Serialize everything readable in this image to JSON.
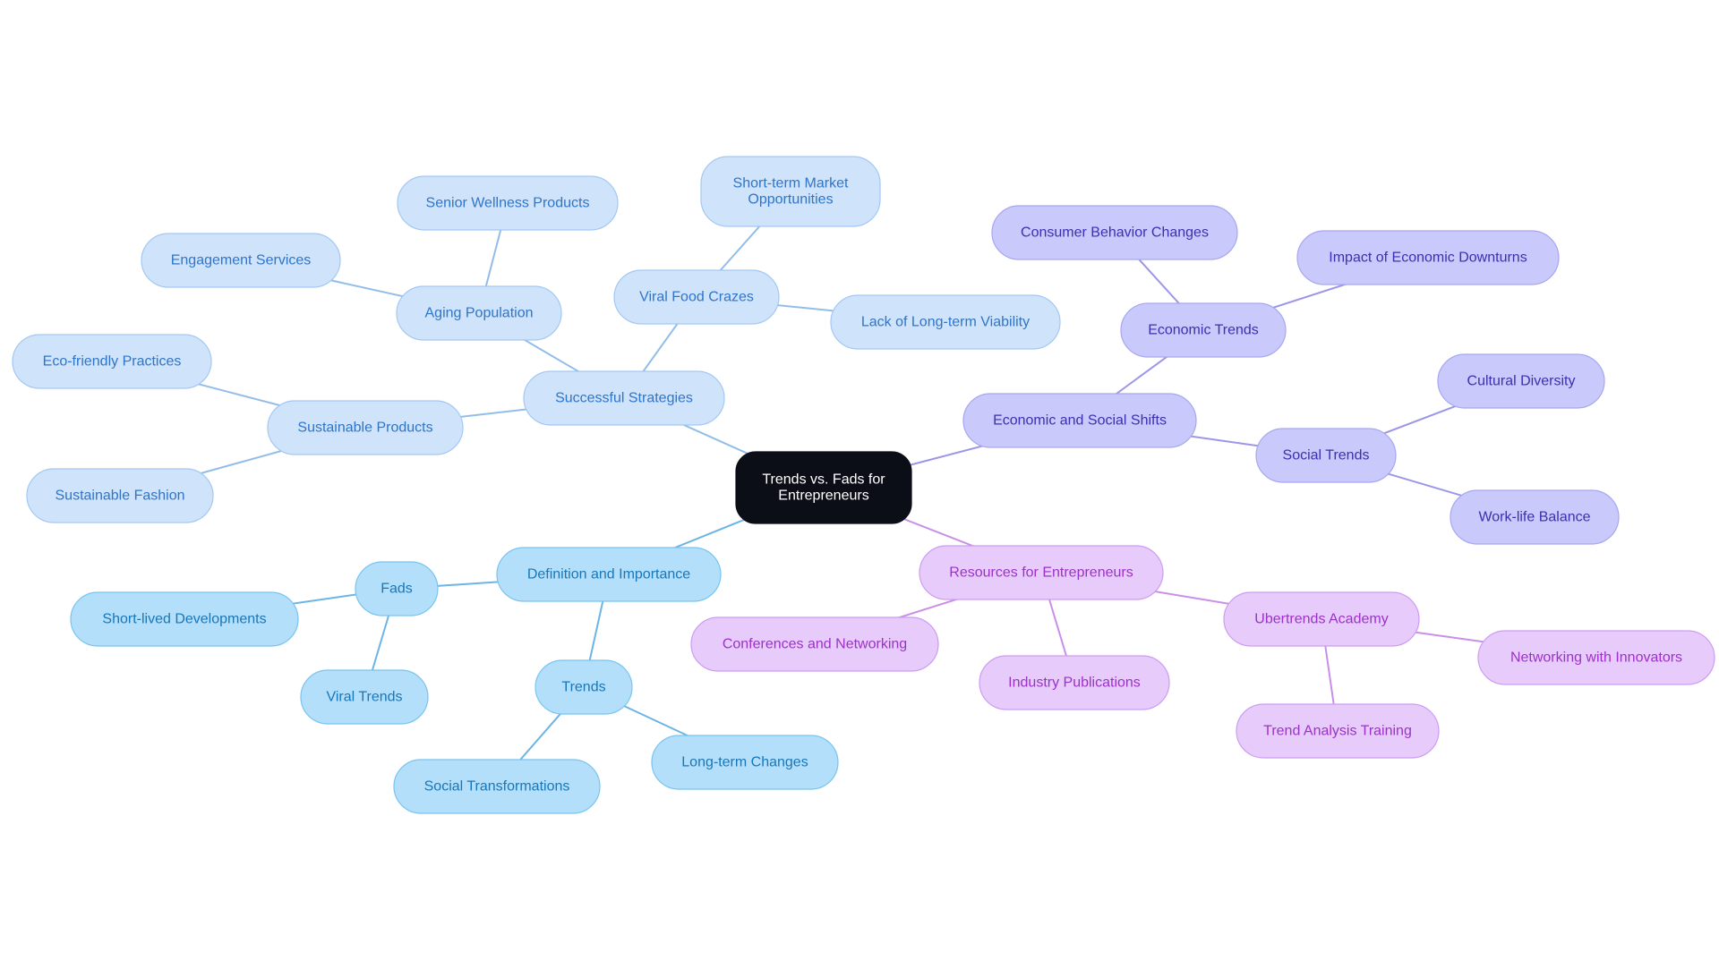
{
  "central": {
    "label_lines": [
      "Trends vs. Fads for",
      "Entrepreneurs"
    ],
    "fill": "#0b0e17",
    "text_color": "#ffffff"
  },
  "palettes": {
    "sky": {
      "fill": "#b3dffb",
      "stroke": "#79c4f0",
      "text": "#1877b8",
      "line": "#6ab5e6"
    },
    "light": {
      "fill": "#cfe3fb",
      "stroke": "#a3c8f3",
      "text": "#2f75c8",
      "line": "#92bde9"
    },
    "violet": {
      "fill": "#c9c9fb",
      "stroke": "#a7a7f1",
      "text": "#3d30b0",
      "line": "#9b96e8"
    },
    "purple": {
      "fill": "#e7cbfb",
      "stroke": "#cd9cf3",
      "text": "#9b32c8",
      "line": "#c98fe8"
    }
  },
  "branches": [
    {
      "id": "definition",
      "label_lines": [
        "Definition and Importance"
      ],
      "palette": "sky",
      "children": [
        {
          "id": "fads",
          "label_lines": [
            "Fads"
          ],
          "children": [
            {
              "id": "short-lived",
              "label_lines": [
                "Short-lived Developments"
              ]
            },
            {
              "id": "viral-trends",
              "label_lines": [
                "Viral Trends"
              ]
            }
          ]
        },
        {
          "id": "trends",
          "label_lines": [
            "Trends"
          ],
          "children": [
            {
              "id": "social-transformations",
              "label_lines": [
                "Social Transformations"
              ]
            },
            {
              "id": "long-term-changes",
              "label_lines": [
                "Long-term Changes"
              ]
            }
          ]
        }
      ]
    },
    {
      "id": "strategies",
      "label_lines": [
        "Successful Strategies"
      ],
      "palette": "light",
      "children": [
        {
          "id": "aging",
          "label_lines": [
            "Aging Population"
          ],
          "children": [
            {
              "id": "senior-wellness",
              "label_lines": [
                "Senior Wellness Products"
              ]
            },
            {
              "id": "engagement",
              "label_lines": [
                "Engagement Services"
              ]
            }
          ]
        },
        {
          "id": "sustainable-products",
          "label_lines": [
            "Sustainable Products"
          ],
          "children": [
            {
              "id": "eco-friendly",
              "label_lines": [
                "Eco-friendly Practices"
              ]
            },
            {
              "id": "sustainable-fashion",
              "label_lines": [
                "Sustainable Fashion"
              ]
            }
          ]
        },
        {
          "id": "viral-food",
          "label_lines": [
            "Viral Food Crazes"
          ],
          "children": [
            {
              "id": "short-term-market",
              "label_lines": [
                "Short-term Market",
                "Opportunities"
              ]
            },
            {
              "id": "lack-viability",
              "label_lines": [
                "Lack of Long-term Viability"
              ]
            }
          ]
        }
      ]
    },
    {
      "id": "shifts",
      "label_lines": [
        "Economic and Social Shifts"
      ],
      "palette": "violet",
      "children": [
        {
          "id": "economic-trends",
          "label_lines": [
            "Economic Trends"
          ],
          "children": [
            {
              "id": "consumer-behavior",
              "label_lines": [
                "Consumer Behavior Changes"
              ]
            },
            {
              "id": "economic-downturns",
              "label_lines": [
                "Impact of Economic Downturns"
              ]
            }
          ]
        },
        {
          "id": "social-trends",
          "label_lines": [
            "Social Trends"
          ],
          "children": [
            {
              "id": "cultural-diversity",
              "label_lines": [
                "Cultural Diversity"
              ]
            },
            {
              "id": "work-life",
              "label_lines": [
                "Work-life Balance"
              ]
            }
          ]
        }
      ]
    },
    {
      "id": "resources",
      "label_lines": [
        "Resources for Entrepreneurs"
      ],
      "palette": "purple",
      "children": [
        {
          "id": "ubertrends",
          "label_lines": [
            "Ubertrends Academy"
          ],
          "children": [
            {
              "id": "networking-innovators",
              "label_lines": [
                "Networking with Innovators"
              ]
            },
            {
              "id": "trend-analysis",
              "label_lines": [
                "Trend Analysis Training"
              ]
            }
          ]
        },
        {
          "id": "conferences",
          "label_lines": [
            "Conferences and Networking"
          ]
        },
        {
          "id": "publications",
          "label_lines": [
            "Industry Publications"
          ]
        }
      ]
    }
  ]
}
